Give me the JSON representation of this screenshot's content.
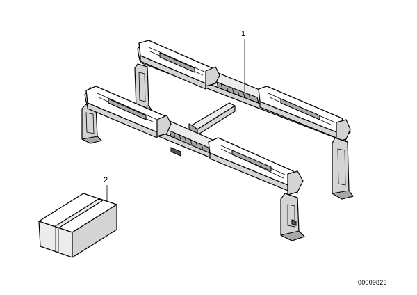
{
  "callouts": [
    {
      "number": "1",
      "part": "ski-rack"
    },
    {
      "number": "2",
      "part": "box"
    }
  ],
  "diagram_id": "00009823"
}
